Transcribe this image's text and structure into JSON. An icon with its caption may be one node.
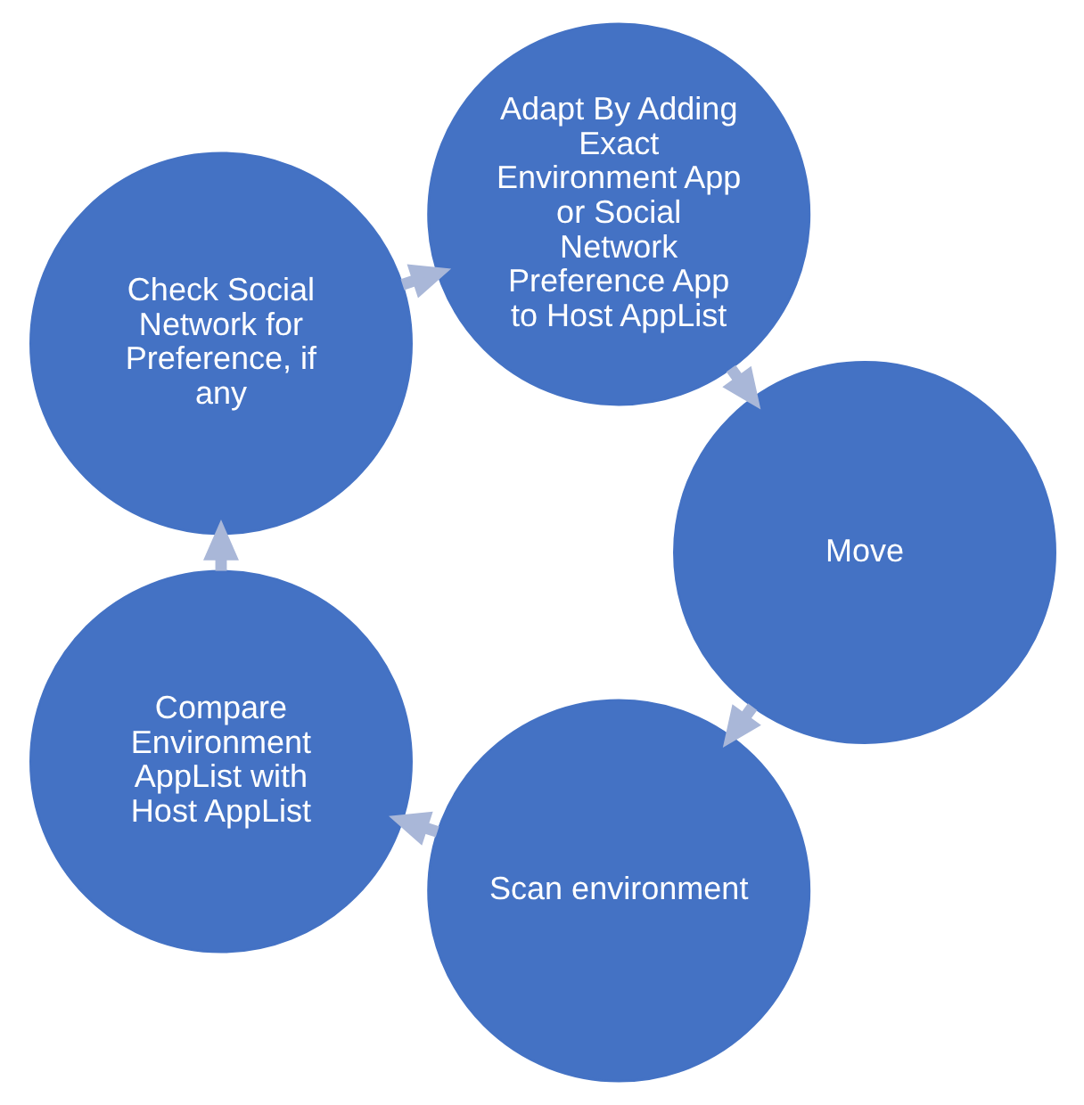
{
  "diagram": {
    "nodes": [
      {
        "text": [
          "Scan environment"
        ]
      },
      {
        "text": [
          "Move"
        ]
      },
      {
        "text": [
          "Compare Environment AppList with Host AppList"
        ]
      },
      {
        "text": [
          "Adapt By Adding Exact Environment App or Social Network Preference App to Host AppList"
        ]
      },
      {
        "text": [
          "Check Social Network for Preference, if any"
        ]
      }
    ],
    "edges": [
      {
        "from": 0,
        "to": 2,
        "arrow": "to"
      },
      {
        "from": 2,
        "to": 4,
        "arrow": "to"
      },
      {
        "from": 4,
        "to": 3,
        "arrow": "to"
      },
      {
        "from": 3,
        "to": 1,
        "arrow": "to"
      },
      {
        "from": 1,
        "to": 0,
        "arrow": "to"
      }
    ]
  }
}
